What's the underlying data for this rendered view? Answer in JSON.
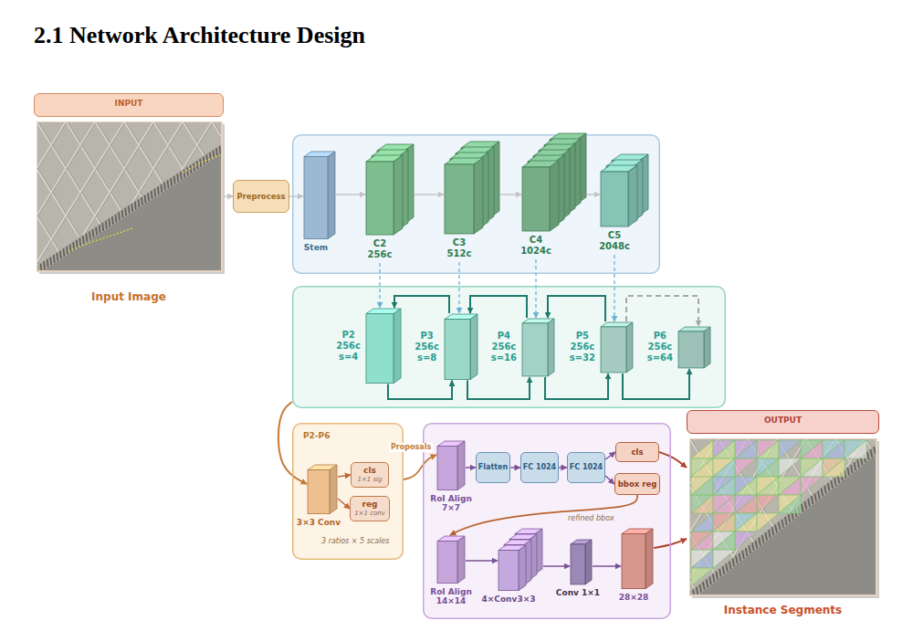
{
  "diagram": {
    "title": "2.1 Network Architecture Design",
    "nodes": [
      {
        "text": [
          "INPUT",
          "Input Image"
        ]
      },
      {
        "text": [
          "Preprocess"
        ]
      },
      {
        "text": []
      },
      {
        "text": [
          "Stem"
        ],
        "in": 2
      },
      {
        "text": [
          "C2 256c"
        ],
        "in": 2
      },
      {
        "text": [
          "C3 512c"
        ],
        "in": 2
      },
      {
        "text": [
          "C4 1024c"
        ],
        "in": 2
      },
      {
        "text": [
          "C5 2048c"
        ],
        "in": 2
      },
      {
        "text": []
      },
      {
        "text": [
          "P2 256c s=4"
        ],
        "in": 8
      },
      {
        "text": [
          "P3 256c s=8"
        ],
        "in": 8
      },
      {
        "text": [
          "P4 256c s=16"
        ],
        "in": 8
      },
      {
        "text": [
          "P5 256c s=32"
        ],
        "in": 8
      },
      {
        "text": [
          "P6 256c s=64"
        ],
        "in": 8
      },
      {
        "text": [
          "P2-P6"
        ]
      },
      {
        "text": [
          "3×3 Conv"
        ],
        "in": 14
      },
      {
        "text": [
          "cls",
          "1×1 sig"
        ],
        "in": 14
      },
      {
        "text": [
          "reg",
          "1×1 conv"
        ],
        "in": 14
      },
      {
        "text": []
      },
      {
        "text": [
          "RoI Align 7×7"
        ],
        "in": 18
      },
      {
        "text": [
          "Flatten"
        ],
        "in": 18
      },
      {
        "text": [
          "FC 1024"
        ],
        "in": 18
      },
      {
        "text": [
          "FC 1024"
        ],
        "in": 18
      },
      {
        "text": [
          "cls"
        ],
        "in": 18
      },
      {
        "text": [
          "bbox reg"
        ],
        "in": 18
      },
      {
        "text": [
          "RoI Align 14×14"
        ],
        "in": 18
      },
      {
        "text": [
          "4×Conv3×3"
        ],
        "in": 18
      },
      {
        "text": [
          "Conv 1×1"
        ],
        "in": 18
      },
      {
        "text": [
          "28×28"
        ],
        "in": 18
      },
      {
        "text": [
          "OUTPUT",
          "Instance Segments"
        ]
      }
    ],
    "edges": [
      {
        "from": 0,
        "to": 1,
        "arrow": "to"
      },
      {
        "from": 1,
        "to": 3,
        "arrow": "to"
      },
      {
        "from": 3,
        "to": 4,
        "arrow": "to"
      },
      {
        "from": 4,
        "to": 5,
        "arrow": "to"
      },
      {
        "from": 5,
        "to": 6,
        "arrow": "to"
      },
      {
        "from": 6,
        "to": 7,
        "arrow": "to"
      },
      {
        "from": 4,
        "to": 9,
        "arrow": "to"
      },
      {
        "from": 5,
        "to": 10,
        "arrow": "to"
      },
      {
        "from": 6,
        "to": 11,
        "arrow": "to"
      },
      {
        "from": 7,
        "to": 12,
        "arrow": "to"
      },
      {
        "from": 10,
        "to": 9,
        "arrow": "to"
      },
      {
        "from": 11,
        "to": 10,
        "arrow": "to"
      },
      {
        "from": 12,
        "to": 11,
        "arrow": "to"
      },
      {
        "from": 12,
        "to": 13,
        "arrow": "to"
      },
      {
        "from": 9,
        "to": 10,
        "arrow": "to"
      },
      {
        "from": 10,
        "to": 11,
        "arrow": "to"
      },
      {
        "from": 11,
        "to": 12,
        "arrow": "to"
      },
      {
        "from": 12,
        "to": 13,
        "arrow": "to"
      },
      {
        "from": 8,
        "to": 15,
        "arrow": "to"
      },
      {
        "from": 15,
        "to": 16,
        "arrow": "to"
      },
      {
        "from": 15,
        "to": 17,
        "arrow": "to"
      },
      {
        "from": 14,
        "to": 19,
        "label": "Proposals",
        "arrow": "to"
      },
      {
        "from": 19,
        "to": 20,
        "arrow": "to"
      },
      {
        "from": 20,
        "to": 21,
        "arrow": "to"
      },
      {
        "from": 21,
        "to": 22,
        "arrow": "to"
      },
      {
        "from": 22,
        "to": 23,
        "arrow": "to"
      },
      {
        "from": 22,
        "to": 24,
        "arrow": "to"
      },
      {
        "from": 24,
        "to": 25,
        "label": "refined bbox",
        "arrow": "to"
      },
      {
        "from": 25,
        "to": 26,
        "arrow": "to"
      },
      {
        "from": 26,
        "to": 27,
        "arrow": "to"
      },
      {
        "from": 27,
        "to": 28,
        "arrow": "to"
      },
      {
        "from": 23,
        "to": 29,
        "arrow": "to"
      },
      {
        "from": 28,
        "to": 29,
        "arrow": "to"
      }
    ],
    "labels": [
      "3 ratios × 5 scales"
    ]
  }
}
